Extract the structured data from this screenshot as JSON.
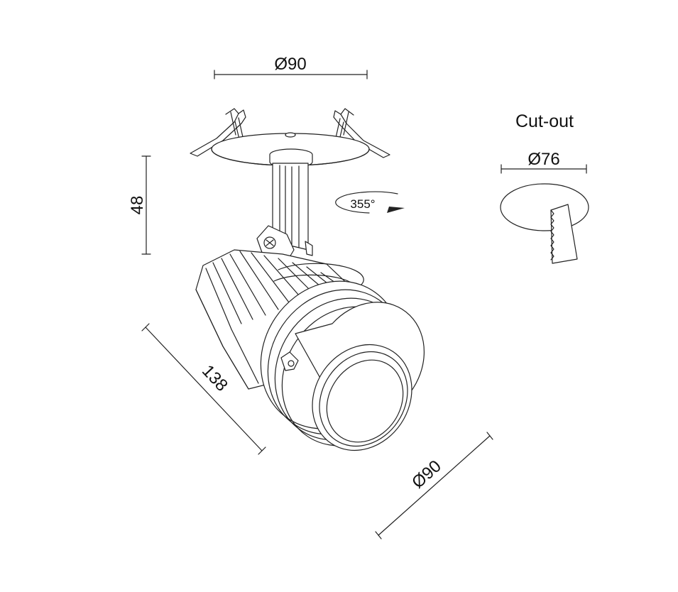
{
  "dimensions": {
    "top_diameter": "Ø90",
    "height": "48",
    "rotation": "355°",
    "length": "138",
    "front_diameter": "Ø90"
  },
  "cutout": {
    "title": "Cut-out",
    "diameter": "Ø76"
  },
  "colors": {
    "line": "#222222",
    "background": "#ffffff"
  }
}
